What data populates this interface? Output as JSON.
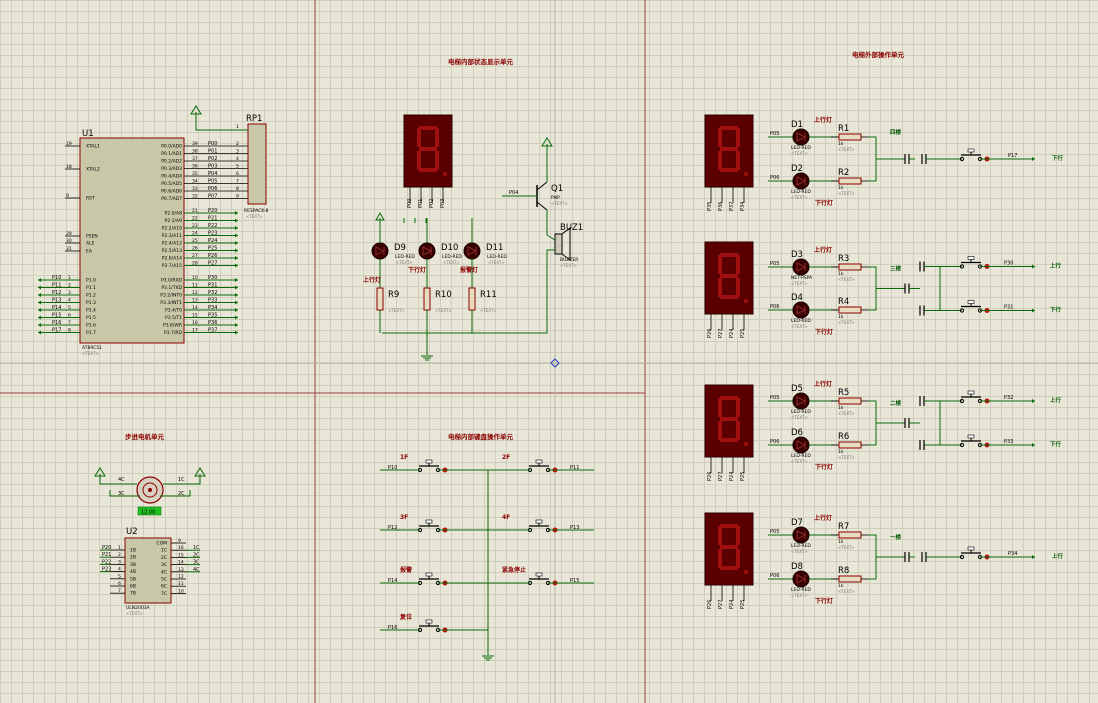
{
  "titles": {
    "elevator_inner_status_display": "电梯内部状态显示单元",
    "elevator_outer_button_operation": "电梯外部操作单元",
    "stepper_motor_unit": "步进电机单元",
    "elevator_inner_button_operation": "电梯内部键盘操作单元"
  },
  "mcu": {
    "ref": "U1",
    "part": "AT89C51",
    "tag": "<TEXT>",
    "left_pins": [
      {
        "num": "19",
        "name": "XTAL1"
      },
      {
        "num": "18",
        "name": "XTAL2"
      },
      {
        "num": "9",
        "name": "RST"
      },
      {
        "num": "29",
        "name": "PSEN"
      },
      {
        "num": "30",
        "name": "ALE"
      },
      {
        "num": "31",
        "name": "EA"
      }
    ],
    "p1_nets": [
      "P10",
      "P11",
      "P12",
      "P13",
      "P14",
      "P15",
      "P16",
      "P17"
    ],
    "p1_nums": [
      "1",
      "2",
      "3",
      "4",
      "5",
      "6",
      "7",
      "8"
    ],
    "p1_names": [
      "P1.0",
      "P1.1",
      "P1.2",
      "P1.3",
      "P1.4",
      "P1.5",
      "P1.6",
      "P1.7"
    ],
    "p0_names": [
      "P0.0/AD0",
      "P0.1/AD1",
      "P0.2/AD2",
      "P0.3/AD3",
      "P0.4/AD4",
      "P0.5/AD5",
      "P0.6/AD6",
      "P0.7/AD7"
    ],
    "p0_nums": [
      "39",
      "38",
      "37",
      "36",
      "35",
      "34",
      "33",
      "32"
    ],
    "p0_nets": [
      "P00",
      "P01",
      "P02",
      "P03",
      "P04",
      "P05",
      "P06",
      "P07"
    ],
    "p2_names": [
      "P2.0/A8",
      "P2.1/A9",
      "P2.2/A10",
      "P2.3/A11",
      "P2.4/A12",
      "P2.5/A13",
      "P2.6/A14",
      "P2.7/A15"
    ],
    "p2_nums": [
      "21",
      "22",
      "23",
      "24",
      "25",
      "26",
      "27",
      "28"
    ],
    "p2_nets": [
      "P20",
      "P21",
      "P22",
      "P23",
      "P24",
      "P25",
      "P26",
      "P27"
    ],
    "p3_names": [
      "P3.0/RXD",
      "P3.1/TXD",
      "P3.2/INT0",
      "P3.3/INT1",
      "P3.4/T0",
      "P3.5/T1",
      "P3.6/WR",
      "P3.7/RD"
    ],
    "p3_nums": [
      "10",
      "11",
      "12",
      "13",
      "14",
      "15",
      "16",
      "17"
    ],
    "p3_nets": [
      "P30",
      "P31",
      "P32",
      "P33",
      "P34",
      "P35",
      "P36",
      "P37"
    ]
  },
  "rp1": {
    "ref": "RP1",
    "part": "RESPACK-8",
    "tag": "<TEXT>",
    "pin1": "1",
    "pin_nums": [
      "2",
      "3",
      "4",
      "5",
      "6",
      "7",
      "8",
      "9"
    ]
  },
  "uln": {
    "ref": "U2",
    "part": "ULN2003A",
    "tag": "<TEXT>",
    "in_nets": [
      "P20",
      "P21",
      "P22",
      "P23"
    ],
    "in_nums": [
      "1",
      "2",
      "3",
      "4",
      "5",
      "6",
      "7"
    ],
    "in_names": [
      "1B",
      "2B",
      "3B",
      "4B",
      "5B",
      "6B",
      "7B"
    ],
    "out_names": [
      "COM",
      "1C",
      "2C",
      "3C",
      "4C",
      "5C",
      "6C",
      "7C"
    ],
    "out_nums": [
      "9",
      "16",
      "15",
      "14",
      "13",
      "12",
      "11",
      "10"
    ],
    "out_nets": [
      "1C",
      "2C",
      "3C",
      "4C"
    ]
  },
  "motor": {
    "labels": [
      "4C",
      "1C",
      "3C",
      "2C"
    ],
    "value": "12.00"
  },
  "status_display": {
    "q1": {
      "ref": "Q1",
      "part": "PNP",
      "tag": "<TEXT>",
      "base_net": "P04"
    },
    "buzzer": {
      "ref": "BUZ1",
      "part": "BUZZER",
      "tag": "<TEXT>"
    },
    "seg_nets": [
      "P00",
      "P01",
      "P02",
      "P03"
    ],
    "leds": [
      {
        "ref": "D9",
        "part": "LED-RED",
        "label": "上行灯",
        "res_ref": "R9",
        "res_tag": "<TEXT>",
        "tag": "<TEXT>"
      },
      {
        "ref": "D10",
        "part": "LED-RED",
        "label": "下行灯",
        "res_ref": "R10",
        "res_tag": "<TEXT>",
        "tag": "<TEXT>"
      },
      {
        "ref": "D11",
        "part": "LED-RED",
        "label": "报警灯",
        "res_ref": "R11",
        "res_tag": "<TEXT>",
        "tag": "<TEXT>"
      }
    ]
  },
  "inner_buttons": [
    {
      "net": "P10",
      "label": "1F"
    },
    {
      "net": "P11",
      "label": "2F"
    },
    {
      "net": "P12",
      "label": "3F"
    },
    {
      "net": "P13",
      "label": "4F"
    },
    {
      "net": "P14",
      "label": "报警"
    },
    {
      "net": "P15",
      "label": "紧急停止"
    },
    {
      "net": "P16",
      "label": "复位"
    }
  ],
  "floors": [
    {
      "seg_nets": [
        "P35",
        "P36",
        "P37",
        "P34"
      ],
      "leds": [
        {
          "ref": "D1",
          "part": "LED-RED",
          "tag": "<TEXT>",
          "label": "上行灯",
          "net": "P05",
          "res_ref": "R1",
          "res_val": "1k",
          "res_tag": "<TEXT>"
        },
        {
          "ref": "D2",
          "part": "LED-RED",
          "tag": "<TEXT>",
          "label": "下行灯",
          "net": "P06",
          "res_ref": "R2",
          "res_val": "1k",
          "res_tag": "<TEXT>"
        }
      ],
      "floor_label": "四楼",
      "buttons": [
        {
          "net": "P17",
          "dir": "下行"
        }
      ]
    },
    {
      "seg_nets": [
        "P26",
        "P27",
        "P24",
        "P25"
      ],
      "leds": [
        {
          "ref": "D3",
          "part": "NET-PSPA",
          "tag": "<TEXT>",
          "label": "上行灯",
          "net": "P05",
          "res_ref": "R3",
          "res_val": "1k",
          "res_tag": "<TEXT>"
        },
        {
          "ref": "D4",
          "part": "LED-RED",
          "tag": "<TEXT>",
          "label": "下行灯",
          "net": "P06",
          "res_ref": "R4",
          "res_val": "1k",
          "res_tag": "<TEXT>"
        }
      ],
      "floor_label": "三楼",
      "buttons": [
        {
          "net": "P30",
          "dir": "上行"
        },
        {
          "net": "P31",
          "dir": "下行"
        }
      ]
    },
    {
      "seg_nets": [
        "P26",
        "P27",
        "P24",
        "P25"
      ],
      "leds": [
        {
          "ref": "D5",
          "part": "LED-RED",
          "tag": "<TEXT>",
          "label": "上行灯",
          "net": "P05",
          "res_ref": "R5",
          "res_val": "1k",
          "res_tag": "<TEXT>"
        },
        {
          "ref": "D6",
          "part": "LED-RED",
          "tag": "<TEXT>",
          "label": "下行灯",
          "net": "P06",
          "res_ref": "R6",
          "res_val": "1k",
          "res_tag": "<TEXT>"
        }
      ],
      "floor_label": "二楼",
      "buttons": [
        {
          "net": "P32",
          "dir": "上行"
        },
        {
          "net": "P33",
          "dir": "下行"
        }
      ]
    },
    {
      "seg_nets": [
        "P26",
        "P27",
        "P24",
        "P25"
      ],
      "leds": [
        {
          "ref": "D7",
          "part": "LED-RED",
          "tag": "<TEXT>",
          "label": "上行灯",
          "net": "P05",
          "res_ref": "R7",
          "res_val": "1k",
          "res_tag": "<TEXT>"
        },
        {
          "ref": "D8",
          "part": "LED-RED",
          "tag": "<TEXT>",
          "label": "下行灯",
          "net": "P06",
          "res_ref": "R8",
          "res_val": "1k",
          "res_tag": "<TEXT>"
        }
      ],
      "floor_label": "一楼",
      "buttons": [
        {
          "net": "P34",
          "dir": "上行"
        }
      ]
    }
  ]
}
